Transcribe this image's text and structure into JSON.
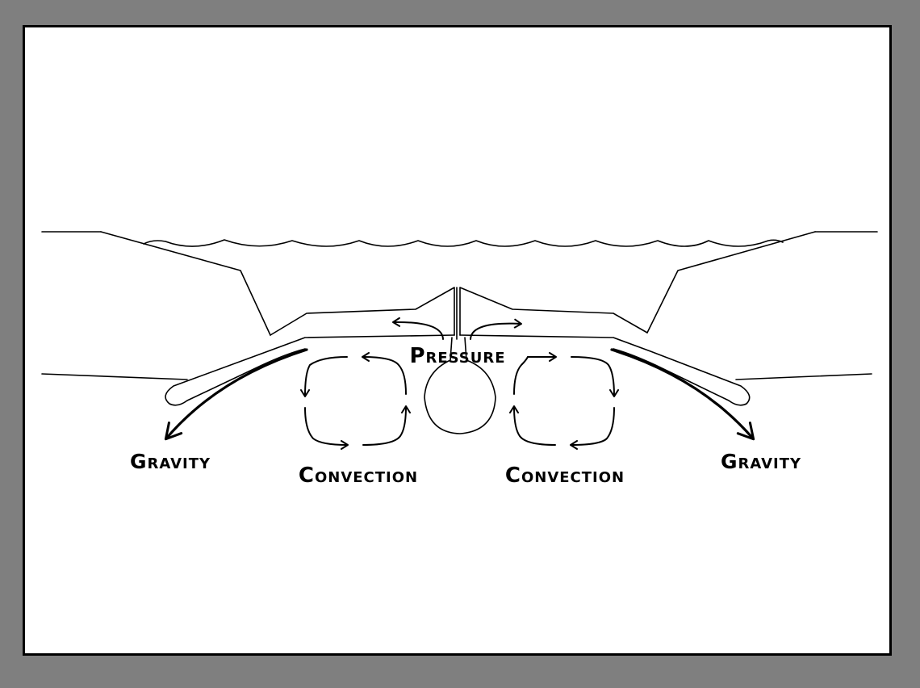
{
  "labels": {
    "pressure": "Pressure",
    "convection_left": "Convection",
    "convection_right": "Convection",
    "gravity_left": "Gravity",
    "gravity_right": "Gravity"
  },
  "colors": {
    "background": "#7f7f7f",
    "canvas": "#ffffff",
    "ink": "#000000"
  }
}
